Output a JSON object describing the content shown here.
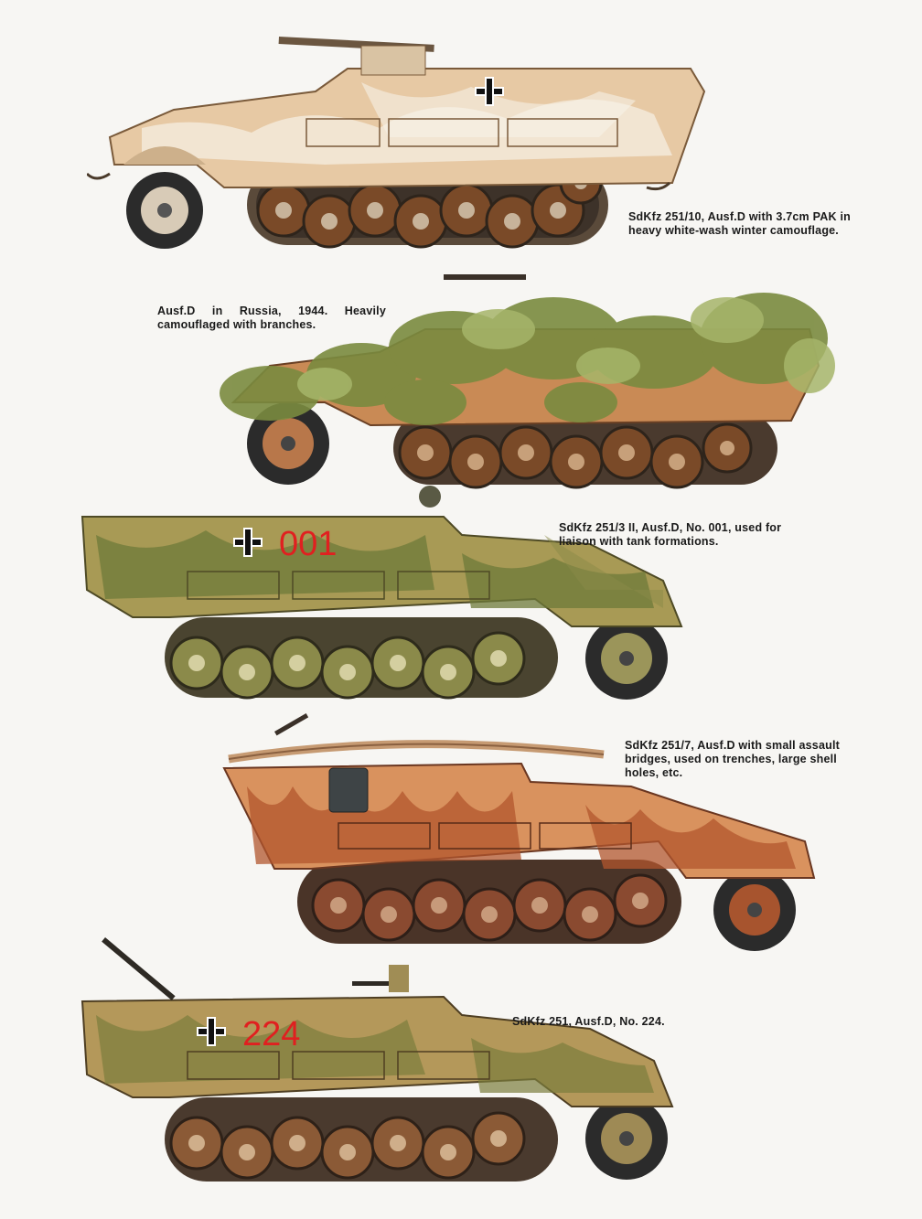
{
  "plates": [
    {
      "caption": "SdKfz 251/10, Ausf.D with 3.7cm PAK in heavy white-wash winter camouflage.",
      "camouflage": "white-wash winter",
      "base_color": "#e7c9a4",
      "accent_color": "#f5ede2"
    },
    {
      "caption": "Ausf.D in Russia, 1944. Heavily camouflaged with branches.",
      "camouflage": "foliage branches",
      "base_color": "#c98a55",
      "accent_color": "#7a8b3f"
    },
    {
      "caption": "SdKfz 251/3 II, Ausf.D, No. 001, used for liaison with tank formations.",
      "number": "001",
      "camouflage": "green over sand",
      "base_color": "#a89a55",
      "accent_color": "#6e7a3a",
      "number_color": "#e02020"
    },
    {
      "caption": "SdKfz 251/7, Ausf.D with small assault bridges, used on trenches, large shell holes, etc.",
      "camouflage": "red-brown stripes",
      "base_color": "#d9925e",
      "accent_color": "#b2552d"
    },
    {
      "caption": "SdKfz 251, Ausf.D, No. 224.",
      "number": "224",
      "camouflage": "green/brown mottle",
      "base_color": "#b4985a",
      "accent_color": "#7b7e3c",
      "number_color": "#e02020"
    }
  ],
  "icons": [
    "balkenkreuz-icon"
  ]
}
